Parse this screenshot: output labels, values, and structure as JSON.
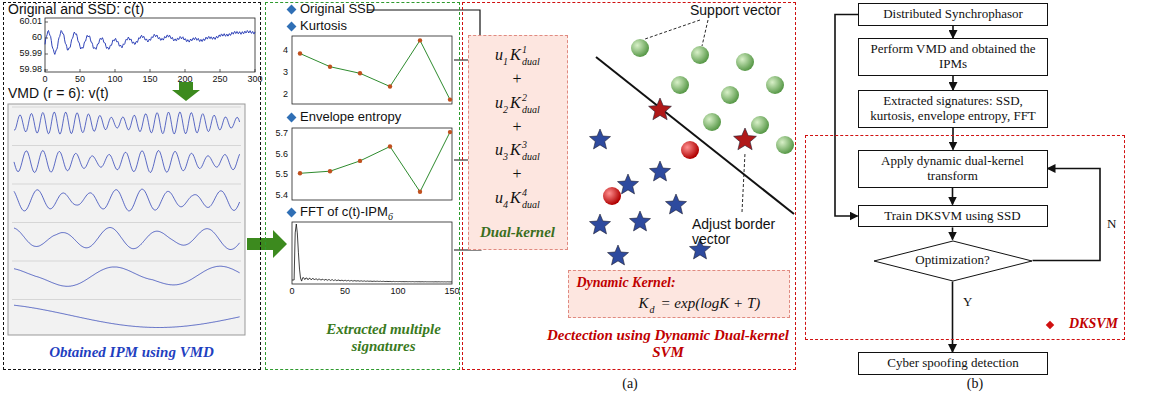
{
  "diagram": {
    "nodes": [
      {
        "text": [
          "Obtained IPM using VMD"
        ]
      },
      {
        "text": [
          "Extracted multiple signatures"
        ]
      },
      {
        "text": [
          "Dectection using Dynamic Dual-kernel SVM"
        ]
      },
      {
        "text": [
          "Dual-kernel"
        ],
        "in": 2
      },
      {
        "text": [
          "Dynamic Kernel:",
          "K",
          "d",
          "= exp(logK + T)"
        ],
        "in": 2
      },
      {
        "text": [
          "Distributed Synchrophasor"
        ]
      },
      {
        "text": [
          "Perform VMD and obtained the IPMs"
        ]
      },
      {
        "text": [
          "Extracted signatures: SSD, kurtosis, envelope entropy, FFT"
        ]
      },
      {
        "text": [
          "DKSVM"
        ]
      },
      {
        "text": [
          "Apply dynamic dual-kernel transform"
        ],
        "in": 8
      },
      {
        "text": [
          "Train DKSVM using SSD"
        ],
        "in": 8
      },
      {
        "text": [
          "Optimization?"
        ],
        "in": 8
      },
      {
        "text": [
          "Cyber spoofing detection"
        ]
      }
    ],
    "edges": [
      {
        "from": 5,
        "to": 6,
        "arrow": "to"
      },
      {
        "from": 6,
        "to": 7,
        "arrow": "to"
      },
      {
        "from": 7,
        "to": 9,
        "arrow": "to"
      },
      {
        "from": 9,
        "to": 10,
        "arrow": "to"
      },
      {
        "from": 10,
        "to": 11,
        "arrow": "to"
      },
      {
        "from": 11,
        "to": 12,
        "label": "Y",
        "arrow": "to"
      },
      {
        "from": 11,
        "to": 9,
        "label": "N",
        "arrow": "to"
      },
      {
        "from": 5,
        "to": 10,
        "arrow": "to"
      }
    ],
    "labels": [
      "Original and SSD: c(t)",
      "60.01",
      "60",
      "59.99",
      "59.98",
      "0",
      "50",
      "100",
      "150",
      "200",
      "250",
      "300",
      "VMD (r = 6): v(t)",
      "Original SSD",
      "Kurtosis",
      "4",
      "3",
      "2",
      "Envelope entropy",
      "5.7",
      "5.6",
      "5.5",
      "5.4",
      "FFT of c(t)-IPM",
      "6",
      "0",
      "50",
      "100",
      "150",
      "u",
      "1",
      "K",
      "1",
      "dual",
      "+",
      "u",
      "2",
      "K",
      "2",
      "dual",
      "+",
      "u",
      "3",
      "K",
      "3",
      "dual",
      "+",
      "u",
      "4",
      "K",
      "4",
      "dual",
      "Support vector",
      "Adjust border vector",
      "(a)",
      "(b)"
    ]
  }
}
